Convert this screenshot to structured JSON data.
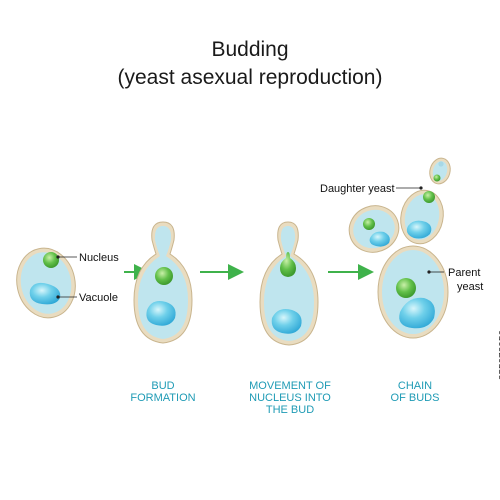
{
  "title": {
    "line1": "Budding",
    "line2": "(yeast asexual reproduction)"
  },
  "labels": {
    "nucleus": "Nucleus",
    "vacuole": "Vacuole",
    "daughter": "Daughter yeast",
    "parent_line1": "Parent",
    "parent_line2": "yeast"
  },
  "captions": {
    "bud_formation": [
      "BUD",
      "FORMATION"
    ],
    "movement": [
      "MOVEMENT OF",
      "NUCLEUS INTO",
      "THE BUD"
    ],
    "chain": [
      "CHAIN",
      "OF BUDS"
    ]
  },
  "stock_id": "255973956",
  "colors": {
    "cell_wall": "#e9dcc0",
    "cytoplasm": "#bfe5ee",
    "nucleus": "#62c04a",
    "vacuole": "#2ea7d6",
    "arrow": "#3fb24b",
    "caption": "#1f9bb5"
  }
}
